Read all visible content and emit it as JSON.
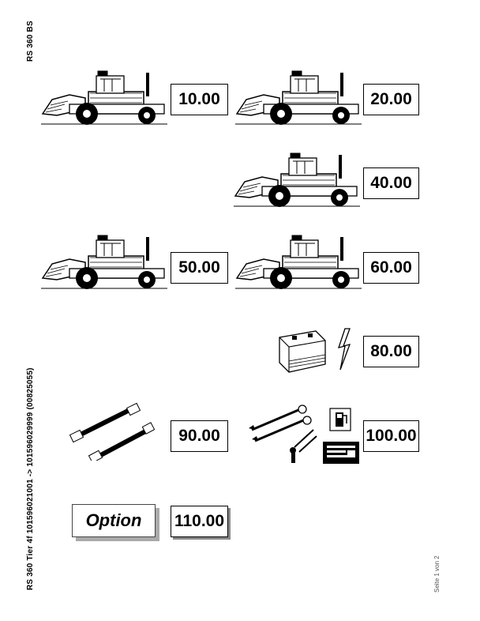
{
  "side_titles": {
    "top": "RS 360 BS",
    "bottom": "RS 360 Tier 4f 101596021001 -> 101596029999 (00825055)"
  },
  "page_note": "Seite 1 von 2",
  "sections": {
    "s10": "10.00",
    "s20": "20.00",
    "s40": "40.00",
    "s50": "50.00",
    "s60": "60.00",
    "s80": "80.00",
    "s90": "90.00",
    "s100": "100.00",
    "s110": "110.00"
  },
  "option_label": "Option",
  "icons": {
    "machine": "road-reclaimer-machine-icon",
    "battery": "battery-icon",
    "lightning": "lightning-bolt-icon",
    "hoses": "hydraulic-hose-icon",
    "tools": "wrench-key-icon",
    "fuel": "fuel-pump-icon",
    "plate": "type-plate-icon"
  }
}
